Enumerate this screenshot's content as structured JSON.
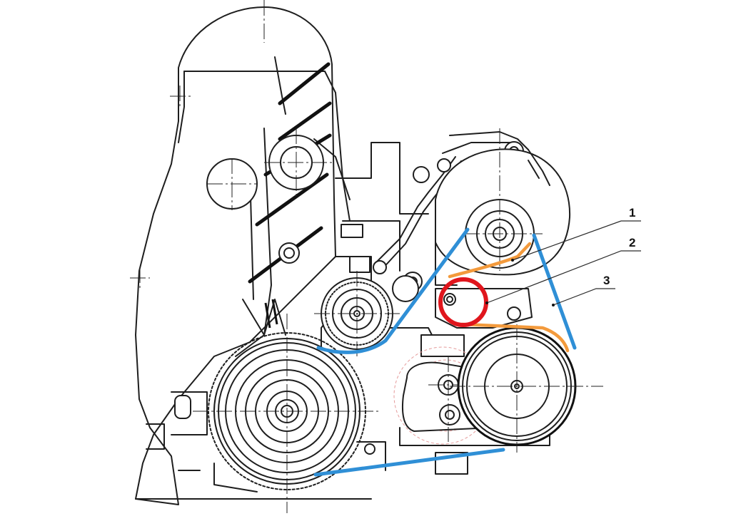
{
  "callouts": [
    {
      "label": "1",
      "part": "orange"
    },
    {
      "label": "2",
      "part": "red"
    },
    {
      "label": "3",
      "part": "blue"
    }
  ],
  "colors": {
    "belt": "#2f8fd6",
    "tensioner_guide": "#f39a3c",
    "highlight_ring": "#e0161d",
    "linework": "#1e1e1e"
  }
}
